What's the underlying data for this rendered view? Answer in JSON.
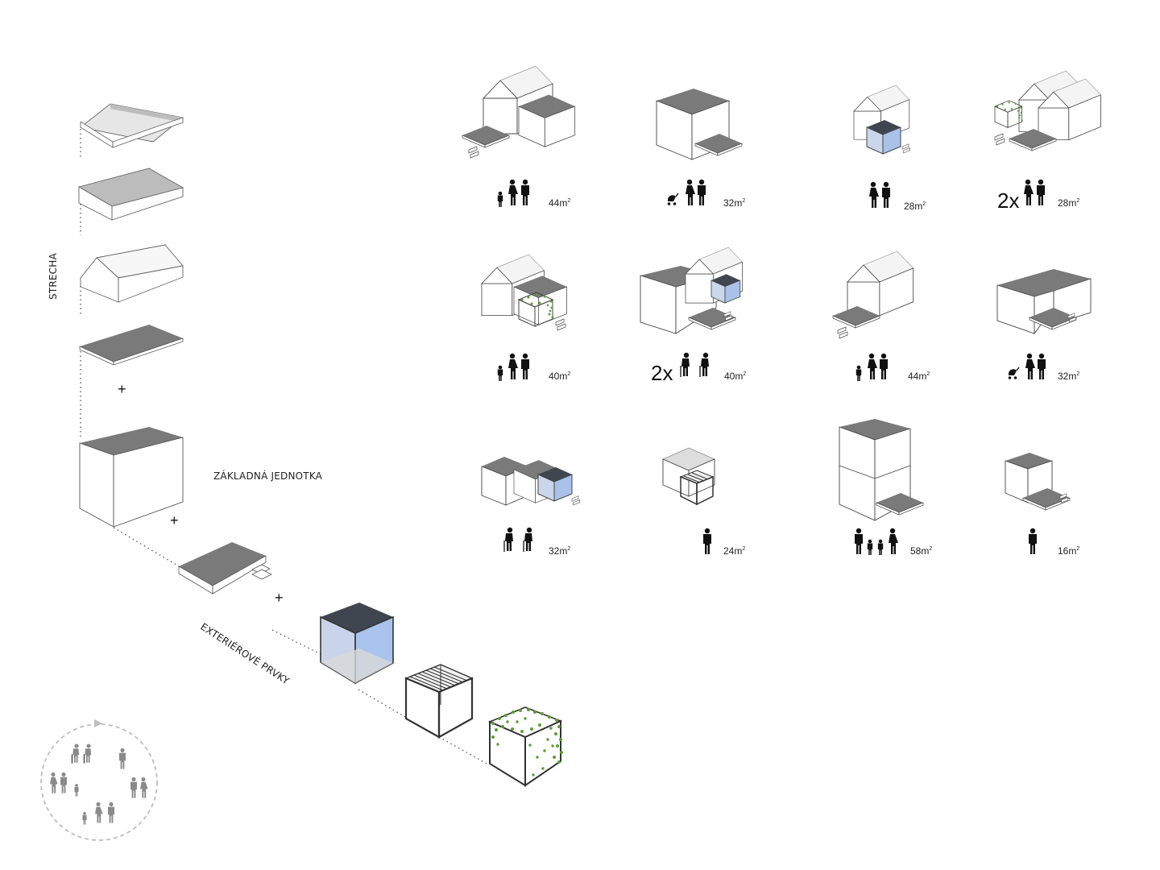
{
  "labels": {
    "roof": "STRECHA",
    "base_unit": "ZÁKLADNÁ JEDNOTKA",
    "exterior": "EXTERIÉROVÉ PRVKY"
  },
  "operators": {
    "plus": "+"
  },
  "units": [
    {
      "area": "44",
      "unit": "m",
      "sup": "2",
      "multiplier": "",
      "occupants": "family-three-icon"
    },
    {
      "area": "32",
      "unit": "m",
      "sup": "2",
      "multiplier": "",
      "occupants": "couple-with-stroller-icon"
    },
    {
      "area": "28",
      "unit": "m",
      "sup": "2",
      "multiplier": "",
      "occupants": "couple-icon"
    },
    {
      "area": "28",
      "unit": "m",
      "sup": "2",
      "multiplier": "2x",
      "occupants": "couple-icon"
    },
    {
      "area": "40",
      "unit": "m",
      "sup": "2",
      "multiplier": "",
      "occupants": "family-three-icon"
    },
    {
      "area": "40",
      "unit": "m",
      "sup": "2",
      "multiplier": "2x",
      "occupants": "elderly-couple-icon"
    },
    {
      "area": "44",
      "unit": "m",
      "sup": "2",
      "multiplier": "",
      "occupants": "family-three-icon"
    },
    {
      "area": "32",
      "unit": "m",
      "sup": "2",
      "multiplier": "",
      "occupants": "couple-with-stroller-icon"
    },
    {
      "area": "32",
      "unit": "m",
      "sup": "2",
      "multiplier": "",
      "occupants": "elderly-couple-icon"
    },
    {
      "area": "24",
      "unit": "m",
      "sup": "2",
      "multiplier": "",
      "occupants": "single-person-icon"
    },
    {
      "area": "58",
      "unit": "m",
      "sup": "2",
      "multiplier": "",
      "occupants": "family-four-icon"
    },
    {
      "area": "16",
      "unit": "m",
      "sup": "2",
      "multiplier": "",
      "occupants": "single-person-icon"
    }
  ],
  "colors": {
    "roof_light": "#e8e8e8",
    "roof_mid": "#bdbdbd",
    "roof_dark": "#7a7a7a",
    "wall": "#ffffff",
    "glass": "#b7c9e6",
    "greenery": "#5d9b3a",
    "lifecycle": "#8a8a8a"
  }
}
